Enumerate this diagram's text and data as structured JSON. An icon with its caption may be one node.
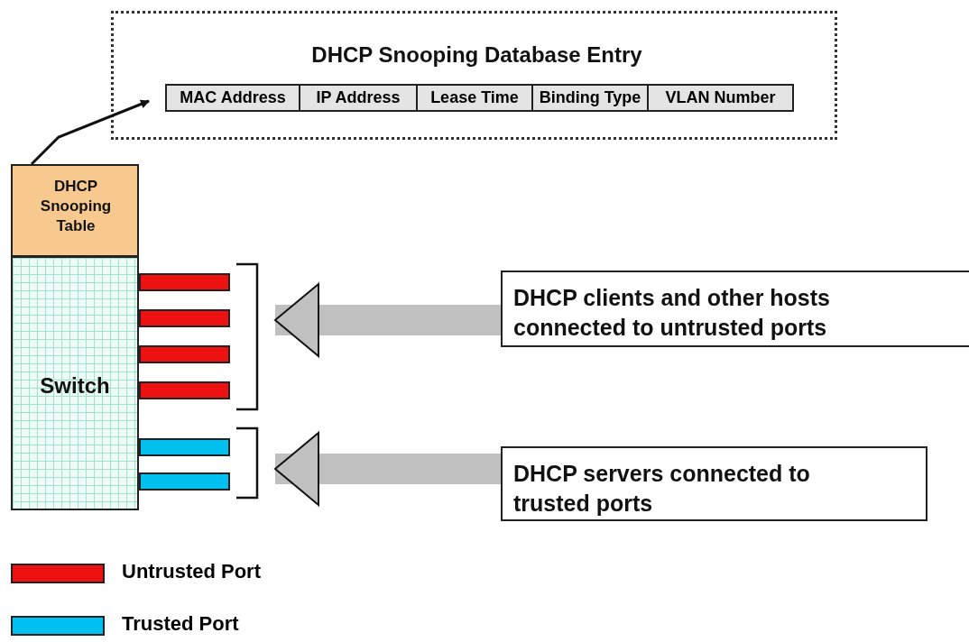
{
  "diagram": {
    "nodes": [
      {
        "text": [
          "DHCP Snooping Database Entry"
        ]
      },
      {
        "text": [
          "DHCP Snooping Table"
        ]
      },
      {
        "text": [
          "Switch"
        ]
      },
      {
        "text": [],
        "shape": "bar"
      },
      {
        "text": [],
        "shape": "bar"
      },
      {
        "text": [],
        "shape": "bar"
      },
      {
        "text": [],
        "shape": "bar"
      },
      {
        "text": [],
        "shape": "bar"
      },
      {
        "text": [],
        "shape": "bar"
      },
      {
        "text": [
          "DHCP clients and other hosts connected to untrusted ports"
        ]
      },
      {
        "text": [
          "DHCP servers connected to trusted ports"
        ]
      }
    ],
    "edges": [
      {
        "from": 1,
        "to": 0,
        "arrow": "to",
        "color": "#111111"
      },
      {
        "from": 9,
        "to": 3,
        "arrow": "to",
        "color": "#c0c0c0"
      },
      {
        "from": 10,
        "to": 7,
        "arrow": "to",
        "color": "#c0c0c0"
      }
    ],
    "labels": [
      "MAC Address",
      "IP Address",
      "Lease Time",
      "Binding Type",
      "VLAN Number"
    ],
    "legend": [
      {
        "text": "Untrusted Port",
        "color": "#ee1111"
      },
      {
        "text": "Trusted Port",
        "color": "#00c0f0"
      }
    ]
  }
}
